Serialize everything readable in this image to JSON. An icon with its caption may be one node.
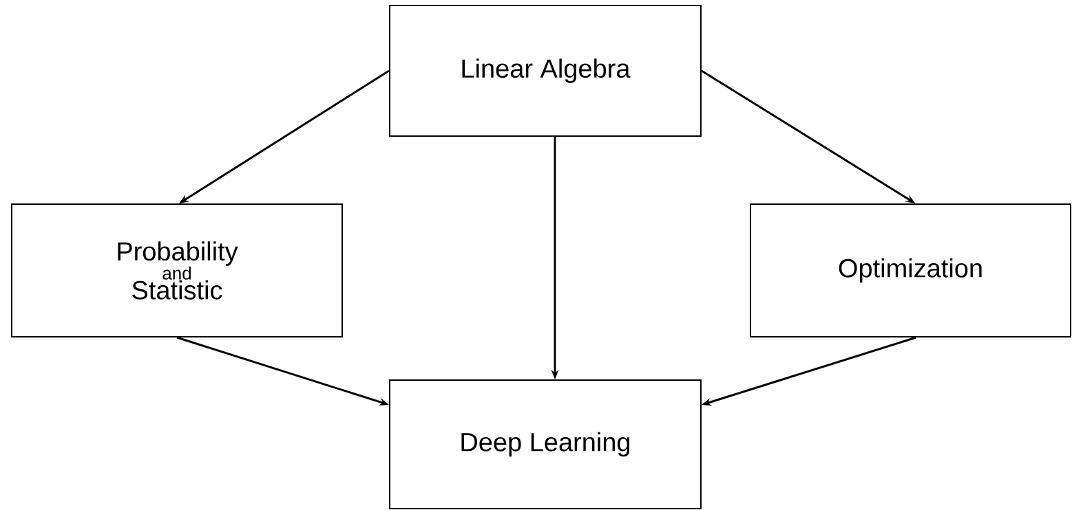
{
  "diagram": {
    "nodes": [
      {
        "text": [
          "Linear Algebra"
        ]
      },
      {
        "text": [
          "Probability",
          "and",
          "Statistic"
        ]
      },
      {
        "text": [
          "Optimization"
        ]
      },
      {
        "text": [
          "Deep Learning"
        ]
      }
    ],
    "edges": [
      {
        "from": 0,
        "to": 1,
        "arrow": "to"
      },
      {
        "from": 0,
        "to": 2,
        "arrow": "to"
      },
      {
        "from": 0,
        "to": 3,
        "arrow": "to"
      },
      {
        "from": 1,
        "to": 3,
        "arrow": "to"
      },
      {
        "from": 2,
        "to": 3,
        "arrow": "to"
      }
    ]
  }
}
